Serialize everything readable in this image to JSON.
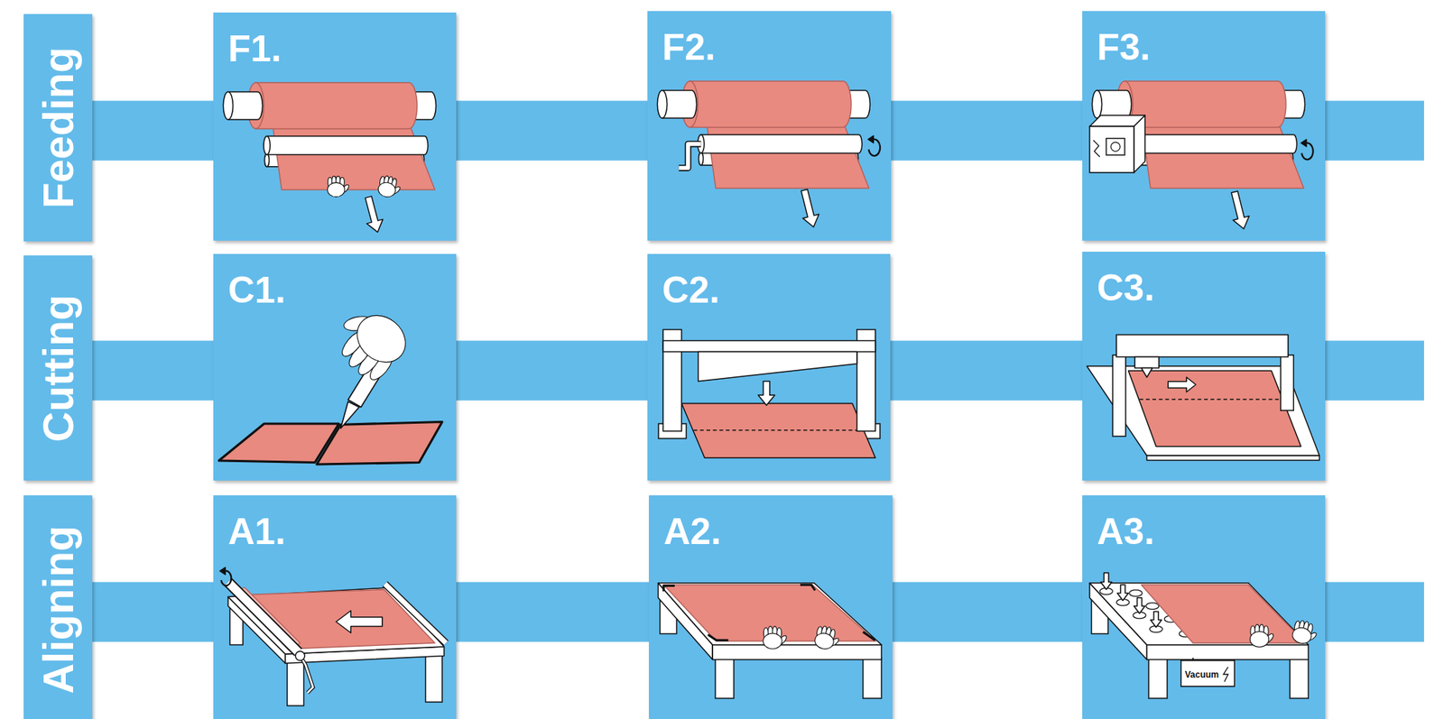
{
  "diagram": {
    "nodes": [
      {
        "text": [
          "Feeding"
        ]
      },
      {
        "text": [
          "F1."
        ]
      },
      {
        "text": [
          "F2."
        ]
      },
      {
        "text": [
          "F3."
        ]
      },
      {
        "text": [
          "Cutting"
        ]
      },
      {
        "text": [
          "C1."
        ]
      },
      {
        "text": [
          "C2."
        ]
      },
      {
        "text": [
          "C3."
        ]
      },
      {
        "text": [
          "Aligning"
        ]
      },
      {
        "text": [
          "A1."
        ]
      },
      {
        "text": [
          "A2."
        ]
      },
      {
        "text": [
          "A3."
        ]
      }
    ],
    "edges": [
      {
        "from": 0,
        "to": 1,
        "arrow": "none"
      },
      {
        "from": 1,
        "to": 2,
        "arrow": "none"
      },
      {
        "from": 2,
        "to": 3,
        "arrow": "none"
      },
      {
        "from": 4,
        "to": 5,
        "arrow": "none"
      },
      {
        "from": 5,
        "to": 6,
        "arrow": "none"
      },
      {
        "from": 6,
        "to": 7,
        "arrow": "none"
      },
      {
        "from": 8,
        "to": 9,
        "arrow": "none"
      },
      {
        "from": 9,
        "to": 10,
        "arrow": "none"
      },
      {
        "from": 10,
        "to": 11,
        "arrow": "none"
      }
    ],
    "labels": [
      "Vacuum"
    ]
  }
}
